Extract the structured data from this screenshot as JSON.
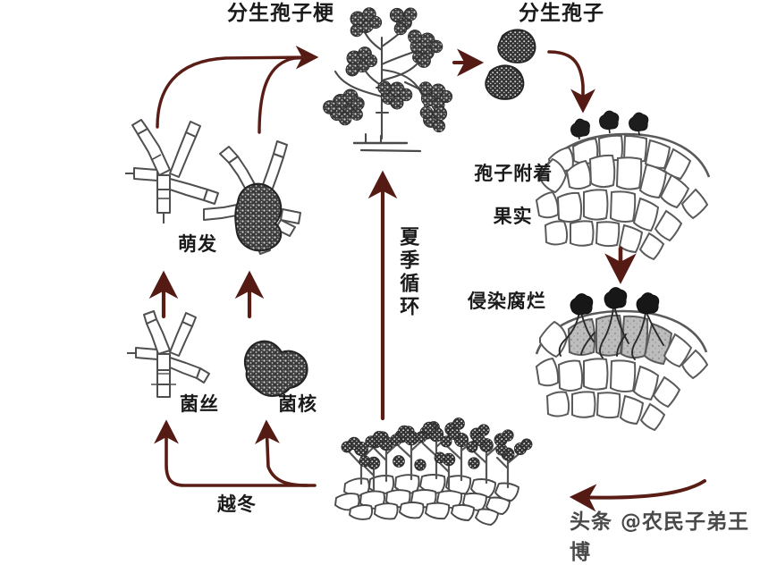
{
  "diagram": {
    "title_semantic": "fungal-disease-life-cycle",
    "colors": {
      "arrow": "#5a1d16",
      "arrow_dark": "#4a160f",
      "ink": "#3f3f3f",
      "spore_dark": "#2b2b2b",
      "text": "#1a1a1a",
      "background": "#ffffff"
    },
    "labels": {
      "conidiophore": "分生孢子梗",
      "conidia": "分生孢子",
      "spore_attach_fruit_line1": "孢子附着",
      "spore_attach_fruit_line2": "果实",
      "infection_rot": "侵染腐烂",
      "germination": "萌发",
      "mycelium": "菌丝",
      "sclerotium": "菌核",
      "overwinter": "越冬",
      "summer_cycle": "夏季循环"
    },
    "illustrations": {
      "conidiophore_tree": "conidiophore-branching-stalk-with-spore-clusters",
      "conidia_pair": "two-dark-conidia-spores",
      "fruit_surface": "fruit-tissue-cross-section-with-spores-on-surface",
      "infected_fruit": "infected-fruit-tissue-with-germ-tubes-penetrating-cells",
      "germinating_hypha": "branching-germinating-hypha",
      "germinating_sclerotium": "sclerotium-with-emerging-hyphae",
      "mycelium_drawing": "branching-mycelium-outline",
      "sclerotium_drawing": "dark-sclerotium-blob",
      "field_colony": "colony-of-conidiophores-on-substrate"
    },
    "arrows": [
      {
        "name": "arrow-germination-to-conidiophore-left",
        "from": "萌发",
        "to": "分生孢子梗"
      },
      {
        "name": "arrow-germination-to-conidiophore-right",
        "from": "萌发",
        "to": "分生孢子梗"
      },
      {
        "name": "arrow-conidiophore-to-conidia",
        "from": "分生孢子梗",
        "to": "分生孢子"
      },
      {
        "name": "arrow-conidia-to-fruit",
        "from": "分生孢子",
        "to": "孢子附着果实"
      },
      {
        "name": "arrow-fruit-to-infection",
        "from": "孢子附着果实",
        "to": "侵染腐烂"
      },
      {
        "name": "arrow-infection-to-colony",
        "from": "侵染腐烂",
        "to": "field-colony"
      },
      {
        "name": "arrow-summer-cycle-up",
        "from": "field-colony",
        "to": "分生孢子梗"
      },
      {
        "name": "arrow-mycelium-to-germination",
        "from": "菌丝",
        "to": "萌发"
      },
      {
        "name": "arrow-sclerotium-to-germination",
        "from": "菌核",
        "to": "萌发"
      },
      {
        "name": "arrow-overwinter-to-mycelium",
        "from": "越冬",
        "to": "菌丝"
      },
      {
        "name": "arrow-overwinter-to-sclerotium",
        "from": "越冬",
        "to": "菌核"
      }
    ]
  },
  "watermark": {
    "platform": "头条",
    "handle": "@农民子弟王博",
    "full": "头条 @农民子弟王博"
  }
}
